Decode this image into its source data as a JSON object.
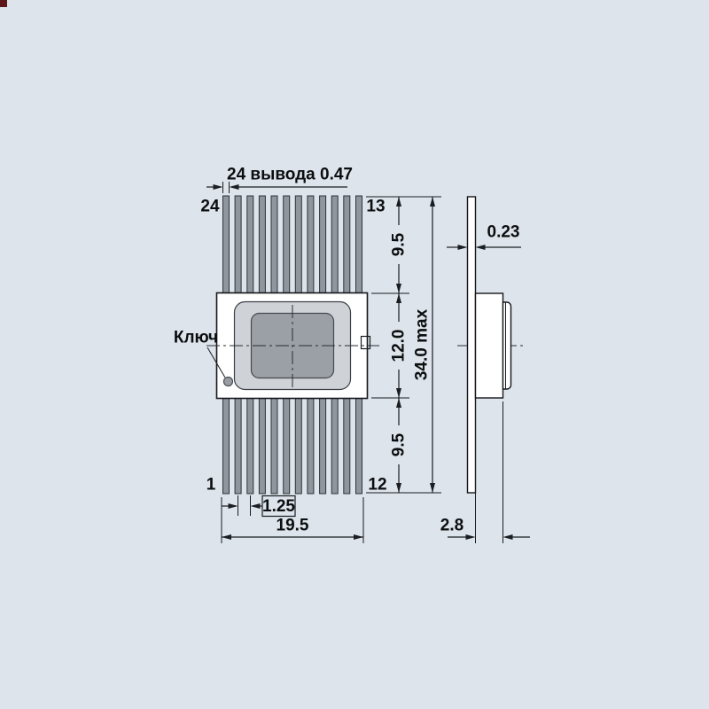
{
  "background": "#dde4eb",
  "drawing": {
    "leads_note": "24 вывода 0.47",
    "key_label": "Ключ",
    "pins": {
      "top_left": "24",
      "top_right": "13",
      "bottom_left": "1",
      "bottom_right": "12"
    },
    "dims": {
      "upper_leads": "9.5",
      "body_height": "12.0",
      "lower_leads": "9.5",
      "overall_length": "34.0 max",
      "lead_pitch": "1.25",
      "package_width": "19.5",
      "lead_thickness": "0.23",
      "body_thickness": "2.8"
    },
    "colors": {
      "background": "#dde4eb",
      "line": "#1a1d21",
      "lead_fill": "#8f969d",
      "lid_outer_fill": "#cfd3d7",
      "lid_inner_fill": "#9aa0a6",
      "body_fill": "#ffffff"
    }
  }
}
